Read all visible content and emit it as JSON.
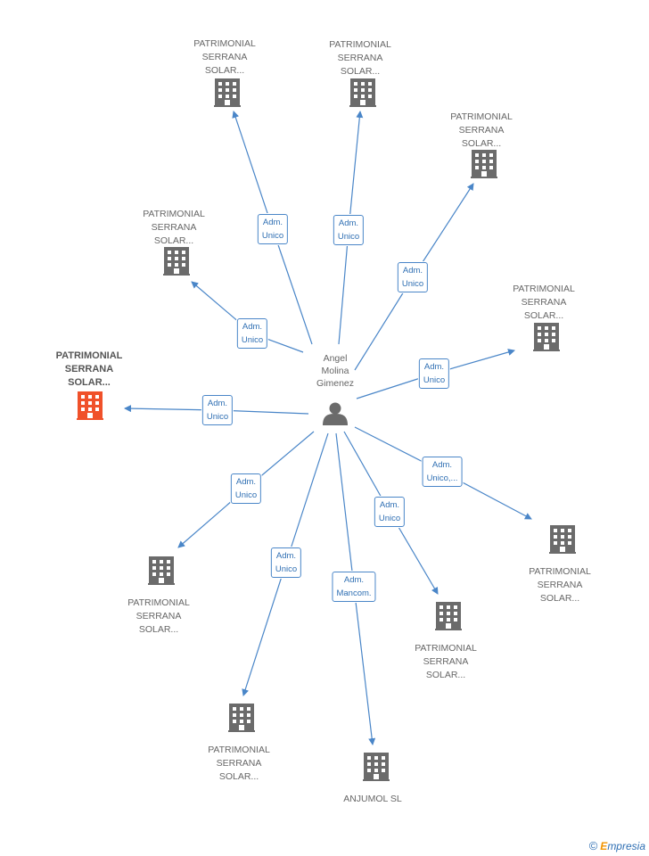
{
  "center": {
    "name": "Angel\nMolina\nGimenez",
    "icon": "person-icon"
  },
  "nodes": [
    {
      "id": "n1",
      "label": "PATRIMONIAL\nSERRANA\nSOLAR...",
      "highlight": false,
      "icon": "building-icon"
    },
    {
      "id": "n2",
      "label": "PATRIMONIAL\nSERRANA\nSOLAR...",
      "highlight": false,
      "icon": "building-icon"
    },
    {
      "id": "n3",
      "label": "PATRIMONIAL\nSERRANA\nSOLAR...",
      "highlight": false,
      "icon": "building-icon"
    },
    {
      "id": "n4",
      "label": "PATRIMONIAL\nSERRANA\nSOLAR...",
      "highlight": false,
      "icon": "building-icon"
    },
    {
      "id": "n5",
      "label": "PATRIMONIAL\nSERRANA\nSOLAR...",
      "highlight": false,
      "icon": "building-icon"
    },
    {
      "id": "n6",
      "label": "PATRIMONIAL\nSERRANA\nSOLAR...",
      "highlight": true,
      "icon": "building-icon"
    },
    {
      "id": "n7",
      "label": "PATRIMONIAL\nSERRANA\nSOLAR...",
      "highlight": false,
      "icon": "building-icon"
    },
    {
      "id": "n8",
      "label": "PATRIMONIAL\nSERRANA\nSOLAR...",
      "highlight": false,
      "icon": "building-icon"
    },
    {
      "id": "n9",
      "label": "PATRIMONIAL\nSERRANA\nSOLAR...",
      "highlight": false,
      "icon": "building-icon"
    },
    {
      "id": "n10",
      "label": "PATRIMONIAL\nSERRANA\nSOLAR...",
      "highlight": false,
      "icon": "building-icon"
    },
    {
      "id": "n11",
      "label": "ANJUMOL SL",
      "highlight": false,
      "icon": "building-icon"
    }
  ],
  "edges": [
    {
      "to": "n1",
      "label": "Adm.\nUnico"
    },
    {
      "to": "n2",
      "label": "Adm.\nUnico"
    },
    {
      "to": "n3",
      "label": "Adm.\nUnico"
    },
    {
      "to": "n4",
      "label": "Adm.\nUnico"
    },
    {
      "to": "n5",
      "label": "Adm.\nUnico"
    },
    {
      "to": "n6",
      "label": "Adm.\nUnico"
    },
    {
      "to": "n7",
      "label": "Adm.\nUnico,..."
    },
    {
      "to": "n8",
      "label": "Adm.\nUnico"
    },
    {
      "to": "n9",
      "label": "Adm.\nUnico"
    },
    {
      "to": "n10",
      "label": "Adm.\nUnico"
    },
    {
      "to": "n11",
      "label": "Adm.\nMancom."
    }
  ],
  "colors": {
    "edge": "#4a86c8",
    "building": "#6b6b6b",
    "building_highlight": "#f0512a",
    "person": "#6b6b6b"
  },
  "footer": {
    "copyright": "©",
    "brand_first": "E",
    "brand_rest": "mpresia"
  }
}
